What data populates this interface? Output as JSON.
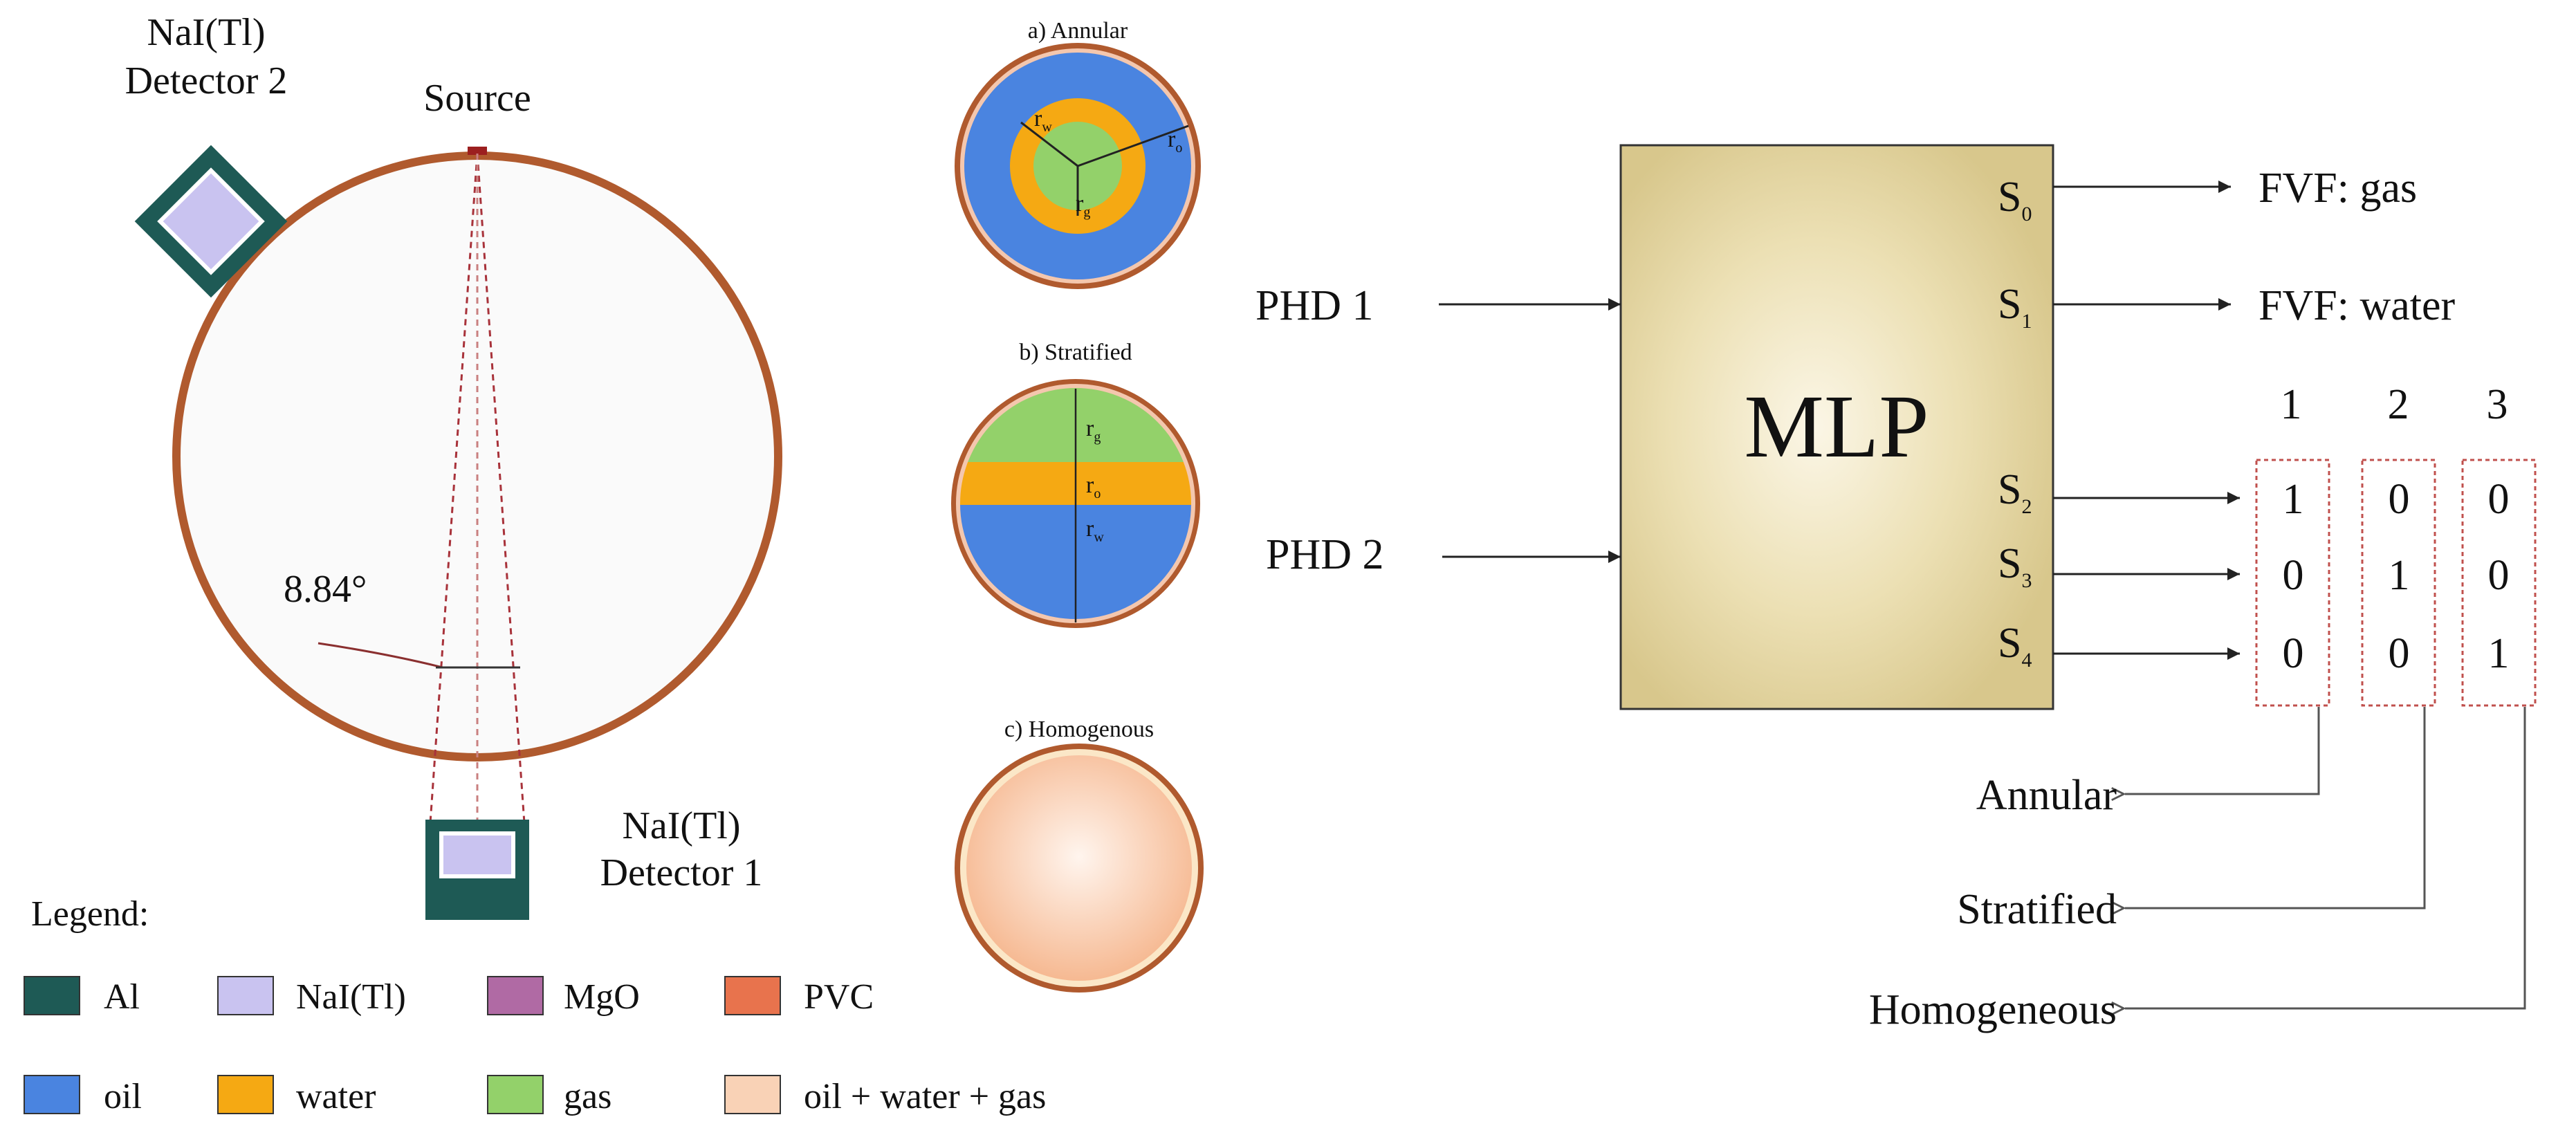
{
  "geometry": {
    "detector_2": {
      "label_line1": "NaI(Tl)",
      "label_line2": "Detector 2"
    },
    "source_label": "Source",
    "detector_1": {
      "label_line1": "NaI(Tl)",
      "label_line2": "Detector 1"
    },
    "angle_label": "8.84°"
  },
  "regimes": {
    "annular": {
      "title": "a) Annular",
      "r_w": "w",
      "r_o": "o",
      "r_g": "g"
    },
    "stratified": {
      "title": "b) Stratified",
      "r_g": "g",
      "r_o": "o",
      "r_w": "w"
    },
    "homogenous": {
      "title": "c) Homogenous"
    }
  },
  "legend": {
    "title": "Legend:",
    "items": [
      {
        "label": "Al",
        "color": "#1e5a55"
      },
      {
        "label": "NaI(Tl)",
        "color": "#c9c3f0"
      },
      {
        "label": "MgO",
        "color": "#b06aa4"
      },
      {
        "label": "PVC",
        "color": "#e8734d"
      },
      {
        "label": "oil",
        "color": "#4a84e0"
      },
      {
        "label": "water",
        "color": "#f5a913"
      },
      {
        "label": "gas",
        "color": "#93d16a"
      },
      {
        "label": "oil + water + gas",
        "color": "#f9d2b6"
      }
    ]
  },
  "network": {
    "block_label": "MLP",
    "inputs": [
      "PHD 1",
      "PHD 2"
    ],
    "outputs": [
      {
        "port": "0",
        "target": "FVF: gas"
      },
      {
        "port": "1",
        "target": "FVF: water"
      },
      {
        "port": "2"
      },
      {
        "port": "3"
      },
      {
        "port": "4"
      }
    ],
    "port_letter": "S",
    "column_headers": [
      "1",
      "2",
      "3"
    ],
    "matrix": [
      [
        "1",
        "0",
        "0"
      ],
      [
        "0",
        "1",
        "0"
      ],
      [
        "0",
        "0",
        "1"
      ]
    ],
    "classes": [
      "Annular",
      "Stratified",
      "Homogeneous"
    ]
  },
  "colors": {
    "pipe_wall": "#b05a2e",
    "mlp_fill": "#e3d49c",
    "matrix_border": "#c0504d"
  }
}
